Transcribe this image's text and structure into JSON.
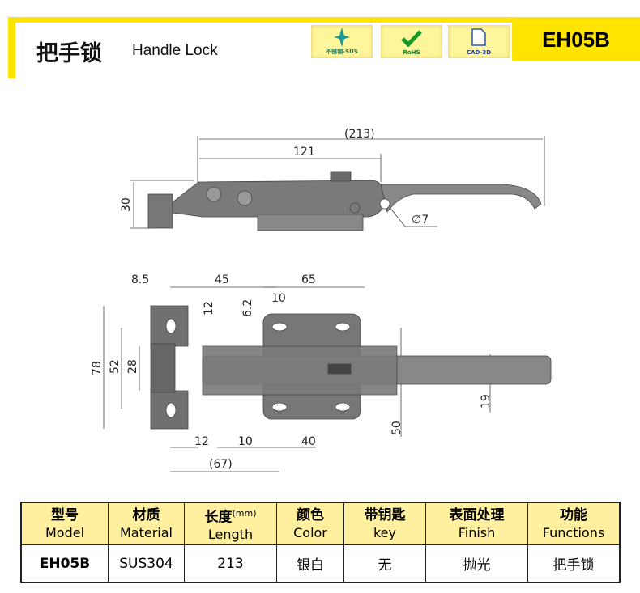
{
  "header": {
    "title_cn": "把手锁",
    "title_en": "Handle Lock",
    "model": "EH05B",
    "badges": [
      {
        "label": "不锈钢-SUS",
        "icon": "star-icon"
      },
      {
        "label": "RoHS",
        "icon": "check-icon"
      },
      {
        "label": "CAD-3D",
        "icon": "document-icon"
      }
    ]
  },
  "colors": {
    "accent": "#ffe400",
    "table_header": "#fff0a0",
    "model_cell": "#999999"
  },
  "side_view": {
    "dims": {
      "overall": "(213)",
      "pivot": "121",
      "height": "30",
      "hole": "∅7"
    }
  },
  "top_view": {
    "dims": {
      "d8_5": "8.5",
      "d45": "45",
      "d65": "65",
      "d10_top": "10",
      "d12_v": "12",
      "d6_2": "6.2",
      "d78": "78",
      "d52": "52",
      "d28": "28",
      "d50": "50",
      "d19": "19",
      "d12_b": "12",
      "d10_b": "10",
      "d40": "40",
      "d67": "(67)"
    }
  },
  "table": {
    "headers": [
      {
        "cn": "型号",
        "en": "Model"
      },
      {
        "cn": "材质",
        "en": "Material"
      },
      {
        "cn": "长度",
        "en": "Length",
        "unit": "(mm)"
      },
      {
        "cn": "颜色",
        "en": "Color"
      },
      {
        "cn": "带钥匙",
        "en": "key"
      },
      {
        "cn": "表面处理",
        "en": "Finish"
      },
      {
        "cn": "功能",
        "en": "Functions"
      }
    ],
    "row": [
      "EH05B",
      "SUS304",
      "213",
      "银白",
      "无",
      "抛光",
      "把手锁"
    ]
  }
}
